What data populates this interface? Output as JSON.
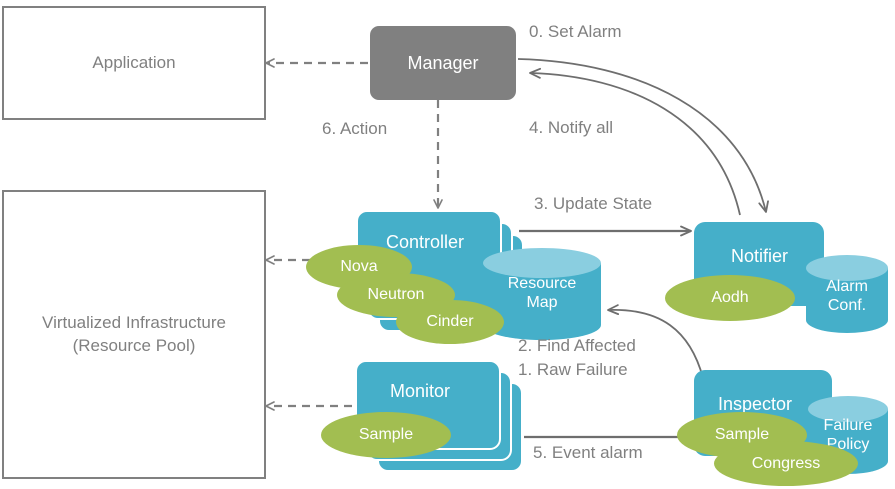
{
  "diagram": {
    "title": "OpenStack Doctor fault management architecture flow",
    "colors": {
      "teal": "#45AFC9",
      "teal_light": "#8ACEE0",
      "green": "#A2BE51",
      "gray": "#808080",
      "white": "#FFFFFF"
    },
    "plain_boxes": [
      {
        "id": "application",
        "label": "Application"
      },
      {
        "id": "infrastructure",
        "label_line1": "Virtualized  Infrastructure",
        "label_line2": "(Resource Pool)"
      }
    ],
    "gray_boxes": [
      {
        "id": "manager",
        "label": "Manager"
      }
    ],
    "teal_nodes": [
      {
        "id": "controller",
        "label": "Controller",
        "stacked": true,
        "stack_count": 3
      },
      {
        "id": "monitor",
        "label": "Monitor",
        "stacked": true,
        "stack_count": 3
      },
      {
        "id": "notifier",
        "label": "Notifier",
        "stacked": false,
        "stack_count": 1
      },
      {
        "id": "inspector",
        "label": "Inspector",
        "stacked": false,
        "stack_count": 1
      }
    ],
    "cylinders": [
      {
        "id": "resource-map",
        "line1": "Resource",
        "line2": "Map"
      },
      {
        "id": "alarm-conf",
        "line1": "Alarm",
        "line2": "Conf."
      },
      {
        "id": "failure-policy",
        "line1": "Failure",
        "line2": "Policy"
      }
    ],
    "green_ellipses": [
      {
        "id": "nova",
        "label": "Nova",
        "parent": "controller"
      },
      {
        "id": "neutron",
        "label": "Neutron",
        "parent": "controller"
      },
      {
        "id": "cinder",
        "label": "Cinder",
        "parent": "controller"
      },
      {
        "id": "aodh",
        "label": "Aodh",
        "parent": "notifier"
      },
      {
        "id": "monitor-sample",
        "label": "Sample",
        "parent": "monitor"
      },
      {
        "id": "inspector-sample",
        "label": "Sample",
        "parent": "inspector"
      },
      {
        "id": "congress",
        "label": "Congress",
        "parent": "inspector"
      }
    ],
    "flow_labels": [
      {
        "id": "step-0",
        "text": "0. Set Alarm"
      },
      {
        "id": "step-1",
        "text": "1. Raw Failure"
      },
      {
        "id": "step-2",
        "text": "2. Find Affected"
      },
      {
        "id": "step-3",
        "text": "3. Update State"
      },
      {
        "id": "step-4",
        "text": "4. Notify all"
      },
      {
        "id": "step-5",
        "text": "5. Event alarm"
      },
      {
        "id": "step-6",
        "text": "6. Action"
      }
    ]
  }
}
